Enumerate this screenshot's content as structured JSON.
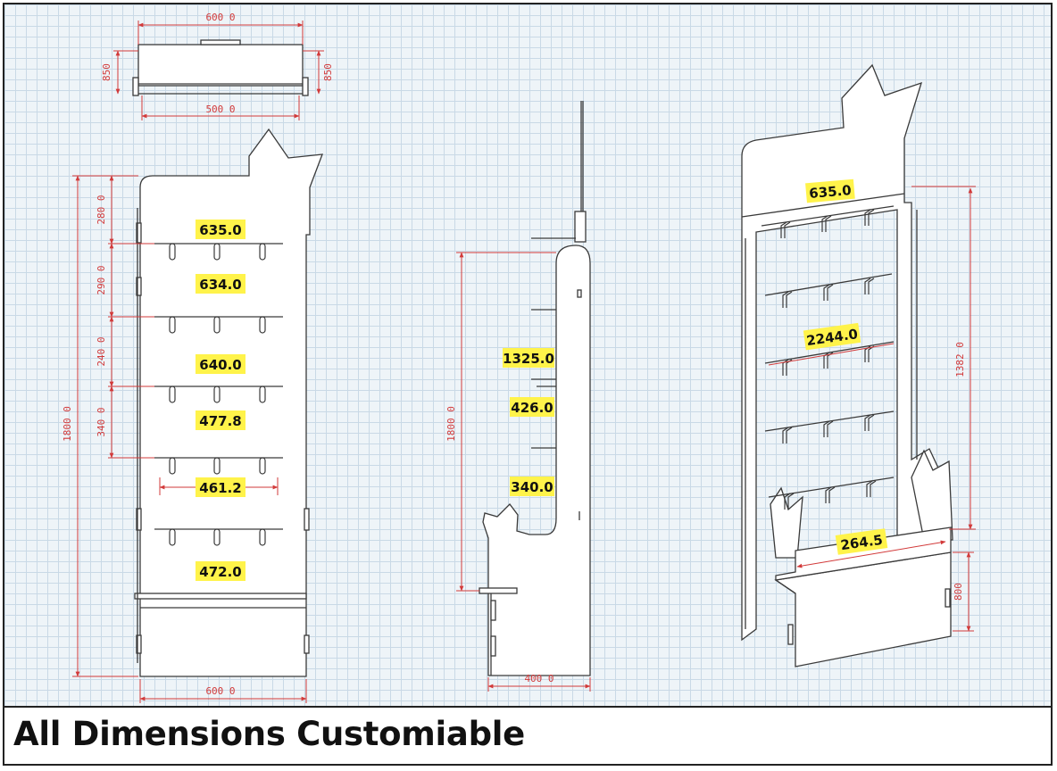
{
  "footer": {
    "title": "All Dimensions Customiable"
  },
  "dimensions": {
    "top_width": "600 0",
    "top_inner_width": "500 0",
    "top_left_height": "850",
    "top_right_height": "850",
    "front_total_height": "1800 0",
    "front_spacing_1": "280 0",
    "front_spacing_2": "290 0",
    "front_spacing_3": "240 0",
    "front_spacing_4": "340 0",
    "front_bottom_width": "600 0",
    "side_height": "1800 0",
    "side_depth": "400 0",
    "iso_height": "1382 0",
    "iso_base_height": "800"
  },
  "labels": {
    "front_1": "635.0",
    "front_2": "634.0",
    "front_3": "640.0",
    "front_4": "477.8",
    "front_5": "461.2",
    "front_6": "472.0",
    "side_1": "1325.0",
    "side_2": "426.0",
    "side_3": "340.0",
    "iso_1": "635.0",
    "iso_2": "2244.0",
    "iso_3": "264.5"
  },
  "colors": {
    "dimension_red": "#d23a3a",
    "highlight_yellow": "#fff34a",
    "grid": "#c9d9e6",
    "outline": "#3a3a3a"
  }
}
